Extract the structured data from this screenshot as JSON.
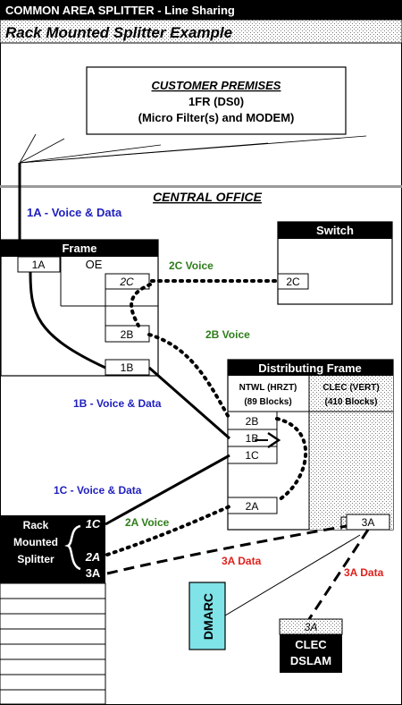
{
  "header": {
    "title": "COMMON AREA SPLITTER - Line Sharing",
    "subtitle": "Rack Mounted Splitter Example"
  },
  "customer_premises": {
    "heading": "CUSTOMER PREMISES",
    "line1": "1FR (DS0)",
    "line2": "(Micro Filter(s) and MODEM)"
  },
  "central_office": {
    "heading": "CENTRAL OFFICE"
  },
  "frame": {
    "title": "Frame",
    "oe_label": "OE",
    "port_1a": "1A",
    "port_2c": "2C",
    "port_2b": "2B",
    "port_1b": "1B"
  },
  "switch": {
    "title": "Switch",
    "port_2c": "2C"
  },
  "distributing_frame": {
    "title": "Distributing Frame",
    "ntwl_line1": "NTWL (HRZT)",
    "ntwl_line2": "(89 Blocks)",
    "clec_line1": "CLEC (VERT)",
    "clec_line2": "(410 Blocks)",
    "port_2b": "2B",
    "port_1b": "1B",
    "port_1c": "1C",
    "port_2a": "2A",
    "port_3a": "3A"
  },
  "splitter": {
    "line1": "Rack",
    "line2": "Mounted",
    "line3": "Splitter",
    "port_1c": "1C",
    "port_2a": "2A",
    "port_3a": "3A"
  },
  "dmarc": {
    "label": "DMARC"
  },
  "clec_dslam": {
    "port_3a": "3A",
    "line1": "CLEC",
    "line2": "DSLAM"
  },
  "connections": {
    "c_1a": "1A - Voice & Data",
    "c_2c": "2C Voice",
    "c_2b": "2B Voice",
    "c_1b": "1B - Voice & Data",
    "c_1c": "1C - Voice & Data",
    "c_2a": "2A Voice",
    "c_3a_left": "3A Data",
    "c_3a_right": "3A Data"
  },
  "colors": {
    "voice_data": "#1f1fbf",
    "voice": "#2e7d1a",
    "data": "#e0201c",
    "dmarc_fill": "#7fe3e8",
    "header_bg": "#000000"
  }
}
